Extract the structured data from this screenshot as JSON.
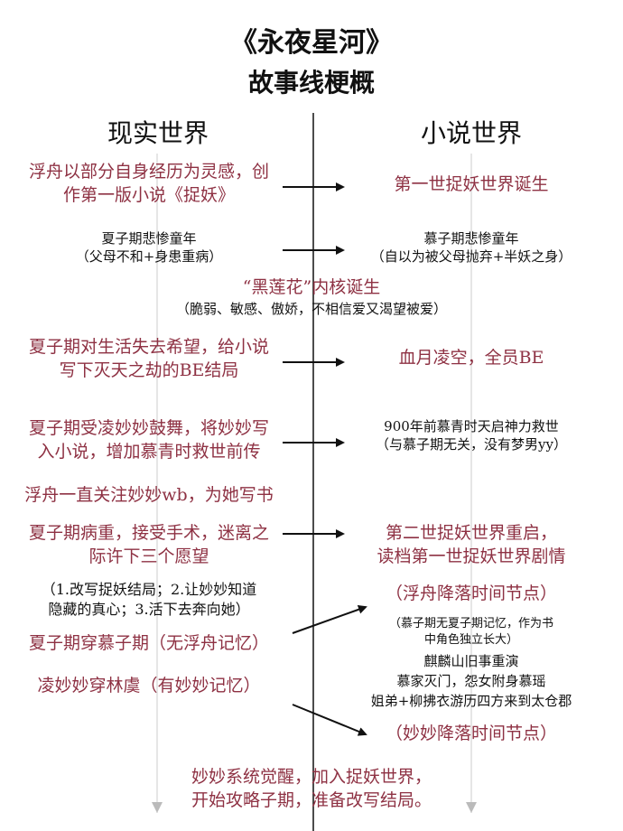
{
  "title": "《永夜星河》",
  "subtitle": "故事线梗概",
  "columns": {
    "real": "现实世界",
    "novel": "小说世界"
  },
  "colors": {
    "red": "#8e3143",
    "black": "#111111",
    "guide": "#bbbbbb"
  },
  "left": [
    {
      "lines": [
        "浮舟以部分自身经历为灵感，创",
        "作第一版小说《捉妖》"
      ]
    },
    {
      "lines": [
        "夏子期悲惨童年",
        "（父母不和+身患重病）"
      ]
    },
    {
      "lines": [
        "夏子期对生活失去希望，给小说",
        "写下灭天之劫的BE结局"
      ]
    },
    {
      "lines": [
        "夏子期受凌妙妙鼓舞，将妙妙写",
        "入小说，增加慕青时救世前传"
      ]
    },
    {
      "lines": [
        "浮舟一直关注妙妙wb，为她写书"
      ]
    },
    {
      "lines": [
        "夏子期病重，接受手术，迷离之",
        "际许下三个愿望"
      ]
    },
    {
      "lines": [
        "（1.改写捉妖结局；2.让妙妙知道",
        "隐藏的真心；3.活下去奔向她）"
      ]
    },
    {
      "lines": [
        "夏子期穿慕子期（无浮舟记忆）"
      ]
    },
    {
      "lines": [
        "凌妙妙穿林虞（有妙妙记忆）"
      ]
    }
  ],
  "center": [
    {
      "lines": [
        "“黑莲花”内核诞生"
      ]
    },
    {
      "lines": [
        "（脆弱、敏感、傲娇，不相信爱又渴望被爱）"
      ]
    },
    {
      "lines": [
        "妙妙系统觉醒，加入捉妖世界，",
        "开始攻略子期，准备改写结局。"
      ]
    }
  ],
  "right": [
    {
      "lines": [
        "第一世捉妖世界诞生"
      ]
    },
    {
      "lines": [
        "慕子期悲惨童年",
        "（自以为被父母抛弃+半妖之身）"
      ]
    },
    {
      "lines": [
        "血月凌空，全员BE"
      ]
    },
    {
      "lines": [
        "900年前慕青时天启神力救世",
        "（与慕子期无关，没有梦男yy）"
      ]
    },
    {
      "lines": [
        "第二世捉妖世界重启，",
        "读档第一世捉妖世界剧情"
      ]
    },
    {
      "lines": [
        "（浮舟降落时间节点）"
      ]
    },
    {
      "lines": [
        "（慕子期无夏子期记忆，作为书",
        "中角色独立长大）"
      ]
    },
    {
      "lines": [
        "麒麟山旧事重演",
        "慕家灭门，怨女附身慕瑶",
        "姐弟+柳拂衣游历四方来到太仓郡"
      ]
    },
    {
      "lines": [
        "（妙妙降落时间节点）"
      ]
    }
  ]
}
